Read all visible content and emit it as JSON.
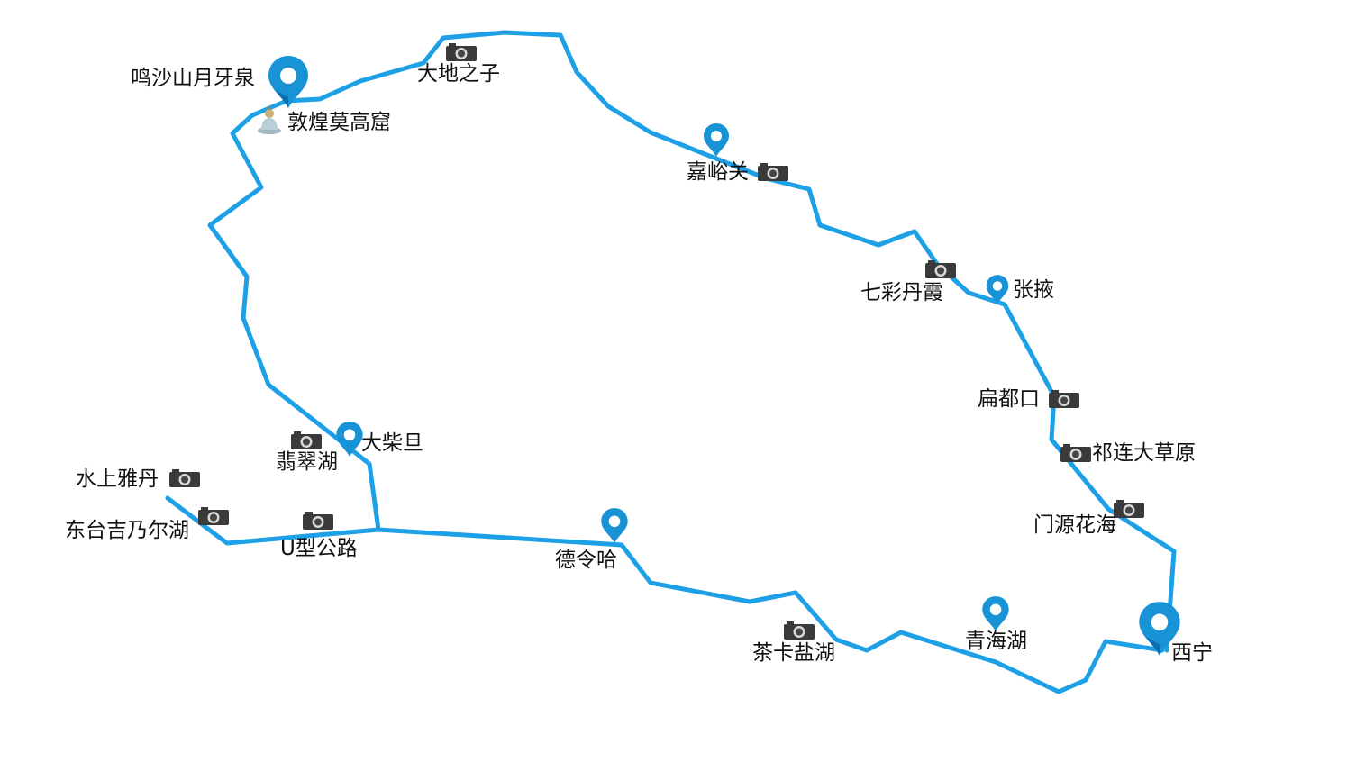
{
  "colors": {
    "route": "#1ea0e6",
    "pin": "#1893d6",
    "pin_dark": "#0b6fb0",
    "camera_body": "#3a3a3a",
    "camera_lens": "#d9d9d9"
  },
  "labels": {
    "mingshashan": "鸣沙山月牙泉",
    "dunhuang": "敦煌莫高窟",
    "dadizhizi": "大地之子",
    "jiayuguan": "嘉峪关",
    "qicaidanxia": "七彩丹霞",
    "zhangye": "张掖",
    "biandukou": "扁都口",
    "qilian": "祁连大草原",
    "menyuan": "门源花海",
    "xining": "西宁",
    "qinghaihu": "青海湖",
    "chaka": "茶卡盐湖",
    "delingha": "德令哈",
    "dachaidan": "大柴旦",
    "feicuihu": "翡翠湖",
    "shuishangyadan": "水上雅丹",
    "dongtaijinaier": "东台吉乃尔湖",
    "uxinggonglu": "U型公路"
  },
  "icons": {
    "pin": "map-pin-icon",
    "camera": "camera-icon",
    "buddha": "buddha-statue-icon"
  }
}
